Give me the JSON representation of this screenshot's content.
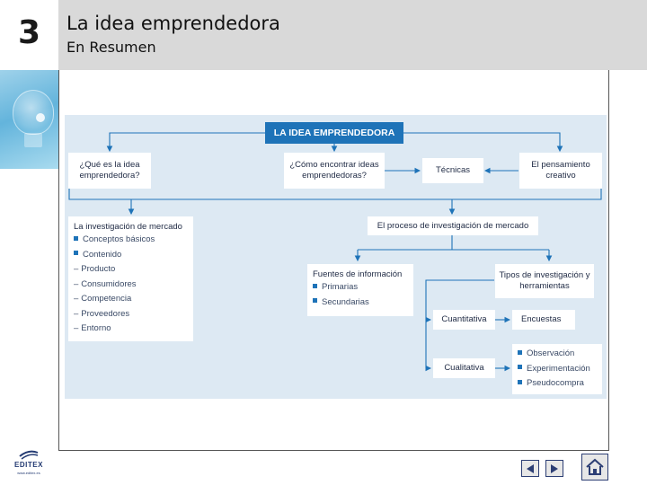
{
  "header": {
    "chapter_number": "3",
    "title": "La idea emprendedora",
    "subtitle": "En Resumen"
  },
  "diagram": {
    "root": "LA IDEA EMPRENDEDORA",
    "que_es": "¿Qué es la idea emprendedora?",
    "como_encontrar": "¿Cómo encontrar ideas emprendedoras?",
    "tecnicas": "Técnicas",
    "pensamiento_creativo": "El pensamiento creativo",
    "investigacion": {
      "title": "La investigación de mercado",
      "items": [
        {
          "text": "Conceptos básicos",
          "marker": "square"
        },
        {
          "text": "Contenido",
          "marker": "square"
        },
        {
          "text": "Producto",
          "marker": "dash"
        },
        {
          "text": "Consumidores",
          "marker": "dash"
        },
        {
          "text": "Competencia",
          "marker": "dash"
        },
        {
          "text": "Proveedores",
          "marker": "dash"
        },
        {
          "text": "Entorno",
          "marker": "dash"
        }
      ]
    },
    "proceso": "El proceso de investigación de mercado",
    "fuentes": {
      "title": "Fuentes de información",
      "items": [
        "Primarias",
        "Secundarias"
      ]
    },
    "tipos": "Tipos de investigación y herramientas",
    "cuantitativa": "Cuantitativa",
    "encuestas": "Encuestas",
    "cualitativa": "Cualitativa",
    "cualitativa_items": [
      "Observación",
      "Experimentación",
      "Pseudocompra"
    ]
  },
  "logo": {
    "name": "EDITEX",
    "url": "www.editex.es"
  },
  "colors": {
    "accent": "#1e73b8",
    "header_bg": "#d9d9d9",
    "diagram_bg": "#dde9f3",
    "nav_border": "#2c3e74"
  }
}
